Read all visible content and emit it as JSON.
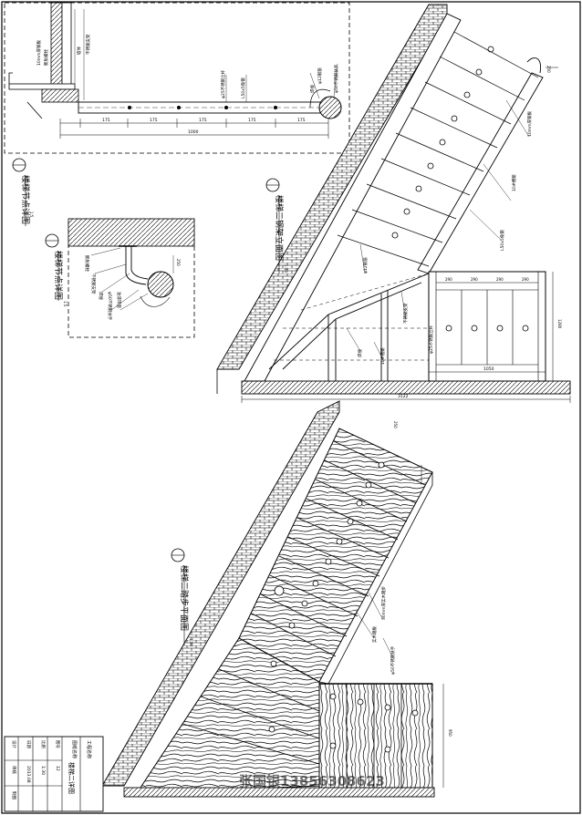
{
  "titles": {
    "plan": "楼梯二踏步平面图",
    "elevation": "楼梯二钢架立面图",
    "detail1": "楼梯节点详图",
    "detail2": "楼梯节点详图"
  },
  "scales": {
    "plan": "1:30",
    "elevation": "1:30",
    "detail1": "1:5",
    "detail2": "1:5"
  },
  "dims": {
    "total_width": "3122",
    "landing_width": "1050",
    "landing_depth": "1280",
    "step": "290",
    "rail_spacing": "175",
    "rail_total": "1000",
    "side": "950",
    "small": "250"
  },
  "labels": {
    "steel_frame": "10mm厚钢板",
    "tread": "30mm厚实木踏步",
    "rail": "φ50不锈钢扶手",
    "support": "φ12钢筋",
    "angle": "L50x5角钢",
    "bracket": "不锈钢支架",
    "wall": "墙体",
    "weld": "焊接",
    "post": "φ25不锈钢立杆",
    "screw": "膨胀螺栓",
    "channel": "10#槽钢",
    "plank": "实木踏板",
    "finish": "油漆饰面"
  },
  "title_block": {
    "project_label": "工程名称",
    "drawing_label": "图纸名称",
    "drawing_name": "楼梯二详图",
    "number_label": "图号",
    "number_value": "12",
    "scale_label": "比例",
    "scale_value": "1:30",
    "date_label": "日期",
    "date_value": "2013.08",
    "designer_label": "设计",
    "checker_label": "审核",
    "drawer_label": "制图"
  },
  "watermark": "张国银13856308623"
}
